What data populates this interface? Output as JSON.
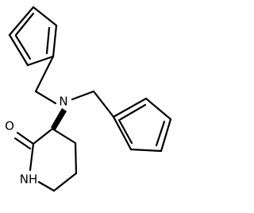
{
  "molecule": {
    "atoms": {
      "nitrogen_amine": "N",
      "oxygen_carbonyl": "O",
      "nitrogen_amide": "NH"
    }
  }
}
